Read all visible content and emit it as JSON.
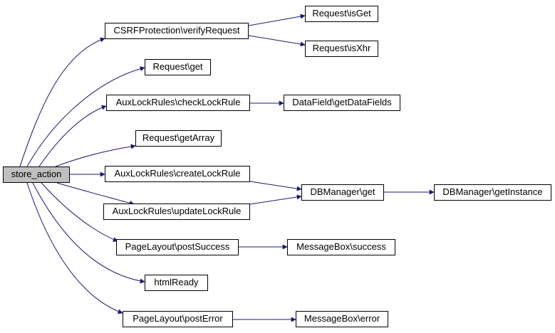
{
  "colors": {
    "edge": "#191970",
    "node_border": "#000000",
    "node_fill": "#ffffff",
    "root_fill": "#bfbfbf"
  },
  "nodes": {
    "store_action": "store_action",
    "csrf_verify": "CSRFProtection\\verifyRequest",
    "request_isget": "Request\\isGet",
    "request_isxhr": "Request\\isXhr",
    "request_get": "Request\\get",
    "check_lock_rule": "AuxLockRules\\checkLockRule",
    "get_data_fields": "DataField\\getDataFields",
    "request_getarray": "Request\\getArray",
    "create_lock_rule": "AuxLockRules\\createLockRule",
    "db_get": "DBManager\\get",
    "db_getinstance": "DBManager\\getInstance",
    "update_lock_rule": "AuxLockRules\\updateLockRule",
    "post_success": "PageLayout\\postSuccess",
    "msg_success": "MessageBox\\success",
    "html_ready": "htmlReady",
    "post_error": "PageLayout\\postError",
    "msg_error": "MessageBox\\error"
  }
}
